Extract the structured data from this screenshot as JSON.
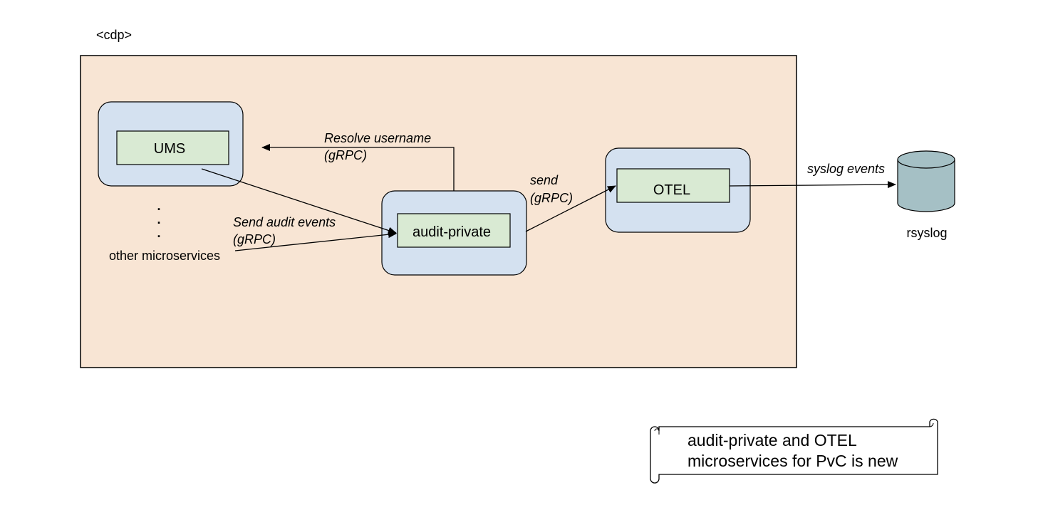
{
  "region_label": "<cdp>",
  "services": {
    "ums": "UMS",
    "audit_private": "audit-private",
    "otel": "OTEL"
  },
  "other_services": {
    "dots": [
      ".",
      ".",
      "."
    ],
    "label": "other microservices"
  },
  "edges": {
    "resolve": [
      "Resolve username",
      "(gRPC)"
    ],
    "send_audit": [
      "Send audit events",
      "(gRPC)"
    ],
    "send": [
      "send",
      "(gRPC)"
    ],
    "syslog": "syslog events"
  },
  "database": {
    "label": "rsyslog"
  },
  "note": [
    "audit-private and OTEL",
    "microservices for PvC is new"
  ],
  "colors": {
    "cdp_fill": "#f8e5d4",
    "container_fill": "#d4e1f0",
    "service_fill": "#d9ead3",
    "db_fill": "#a5c0c5"
  }
}
